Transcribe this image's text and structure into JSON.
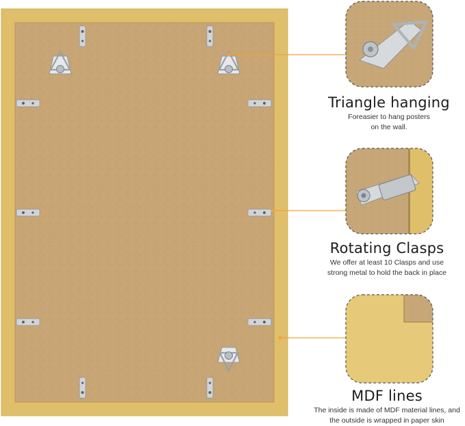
{
  "colors": {
    "frame": "#e0bf6b",
    "backboard": "#c8a575",
    "accent_line": "#f0a23a",
    "clip_metal": "#c9cdd2",
    "mdf_fill": "#e7c97a"
  },
  "features": [
    {
      "title": "Triangle hanging",
      "description": [
        "Foreasier to hang posters",
        "on the wall."
      ],
      "icon": "triangle-hanger-icon"
    },
    {
      "title": "Rotating Clasps",
      "description": [
        "We offer at least 10 Clasps and use",
        "strong metal to hold the back in place"
      ],
      "icon": "rotating-clasp-icon"
    },
    {
      "title": "MDF lines",
      "description": [
        "The inside is made of MDF material lines, and",
        "the outside is wrapped in paper skin"
      ],
      "icon": "mdf-corner-icon"
    }
  ]
}
